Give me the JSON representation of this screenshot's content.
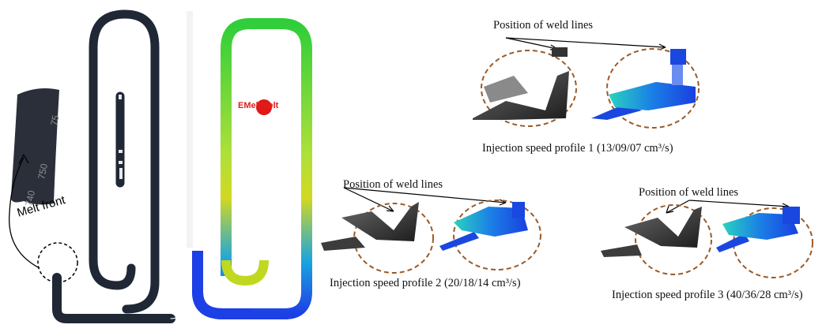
{
  "panels": {
    "photo": {
      "melt_front_label": "Melt front",
      "specimen_engraving": [
        "750",
        "740",
        "75"
      ]
    },
    "simulation": {
      "marker_label": "EMeltMelt",
      "colors": {
        "start": "#1a3fe0",
        "mid": "#33cc33",
        "end": "#e05500",
        "marker": "#e01818"
      }
    },
    "profiles": [
      {
        "weld_label": "Position of weld lines",
        "caption": "Injection speed profile 1 (13/09/07 cm³/s)"
      },
      {
        "weld_label": "Position of weld lines",
        "caption": "Injection speed profile 2 (20/18/14 cm³/s)"
      },
      {
        "weld_label": "Position of weld lines",
        "caption": "Injection speed profile 3 (40/36/28 cm³/s)"
      }
    ],
    "circle_color": "#9a5a28"
  }
}
